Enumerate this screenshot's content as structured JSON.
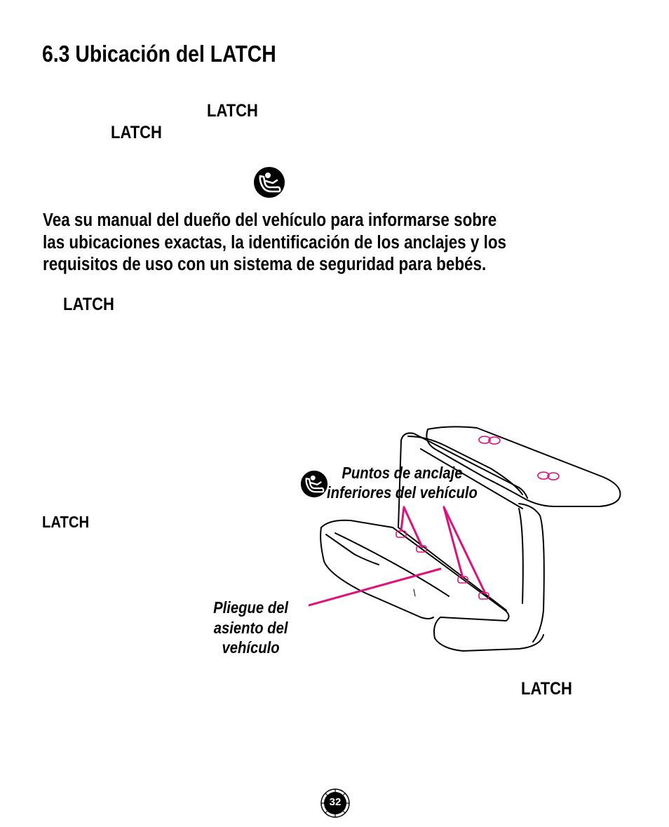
{
  "section_title": "6.3 Ubicación del LATCH",
  "latch_fragments": {
    "a": "LATCH",
    "b": "LATCH",
    "c": "LATCH",
    "d": "LATCH",
    "e": "LATCH"
  },
  "paragraph_lines": [
    "Vea su manual del dueño del vehículo para informarse sobre",
    "las ubicaciones exactas, la identificación de los anclajes y los",
    "requisitos de uso con un sistema de seguridad para bebés."
  ],
  "diagram": {
    "anchor_label_lines": [
      "Puntos de anclaje",
      "inferiores del vehículo"
    ],
    "crease_label_lines": [
      "Pliegue del",
      "asiento del",
      "vehículo"
    ],
    "accent_color": "#e0107a"
  },
  "icons": {
    "top": "latch-child-seat-icon",
    "diagram": "latch-child-seat-icon"
  },
  "page_number": "32"
}
